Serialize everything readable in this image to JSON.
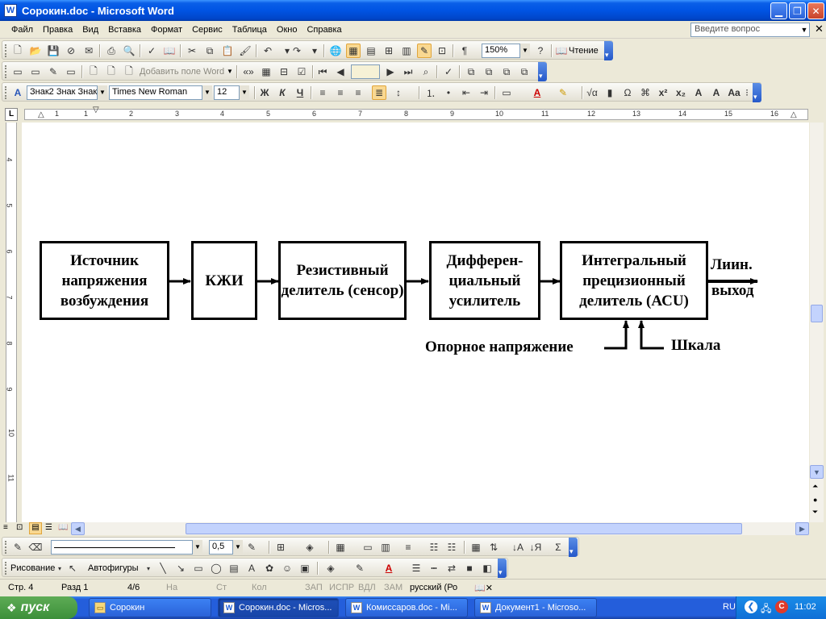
{
  "window": {
    "title": "Сорокин.doc - Microsoft Word"
  },
  "menu": {
    "items": [
      "Файл",
      "Правка",
      "Вид",
      "Вставка",
      "Формат",
      "Сервис",
      "Таблица",
      "Окно",
      "Справка"
    ],
    "help_placeholder": "Введите вопрос"
  },
  "toolbar_standard": {
    "zoom": "150%",
    "reading_label": "Чтение"
  },
  "toolbar_reviewing": {
    "add_field_label": "Добавить поле Word"
  },
  "toolbar_formatting": {
    "style": "Знак2 Знак Знак",
    "font": "Times New Roman",
    "size": "12"
  },
  "ruler": {
    "h_numbers": [
      "1",
      "1",
      "2",
      "3",
      "4",
      "5",
      "6",
      "7",
      "8",
      "9",
      "10",
      "11",
      "12",
      "13",
      "14",
      "15",
      "16"
    ],
    "v_numbers": [
      "4",
      "5",
      "6",
      "7",
      "8",
      "9",
      "10",
      "11"
    ]
  },
  "diagram": {
    "blocks": [
      {
        "text": "Источник напряжения возбуждения"
      },
      {
        "text": "КЖИ"
      },
      {
        "text": "Резистивный делитель (сенсор)"
      },
      {
        "text": "Дифферен-циальный усилитель"
      },
      {
        "text": "Интегральный прецизионный делитель (АСU)"
      }
    ],
    "output_label_1": "Лиин.",
    "output_label_2": "выход",
    "ref_voltage_label": "Опорное напряжение",
    "scale_label": "Шкала"
  },
  "drawing_toolbar": {
    "line_width": "0,5",
    "drawing_label": "Рисование",
    "autoshapes_label": "Автофигуры"
  },
  "statusbar": {
    "page": "Стр. 4",
    "section": "Разд 1",
    "pages": "4/6",
    "at": "На",
    "line": "Ст",
    "col": "Кол",
    "rec": "ЗАП",
    "trk": "ИСПР",
    "ext": "ВДЛ",
    "ovr": "ЗАМ",
    "language": "русский (Ро"
  },
  "taskbar": {
    "start_label": "пуск",
    "tasks": [
      "Сорокин",
      "Сорокин.doc - Micros...",
      "Комиссаров.doc - Mi...",
      "Документ1 - Microso..."
    ],
    "lang": "RU",
    "clock": "11:02"
  }
}
